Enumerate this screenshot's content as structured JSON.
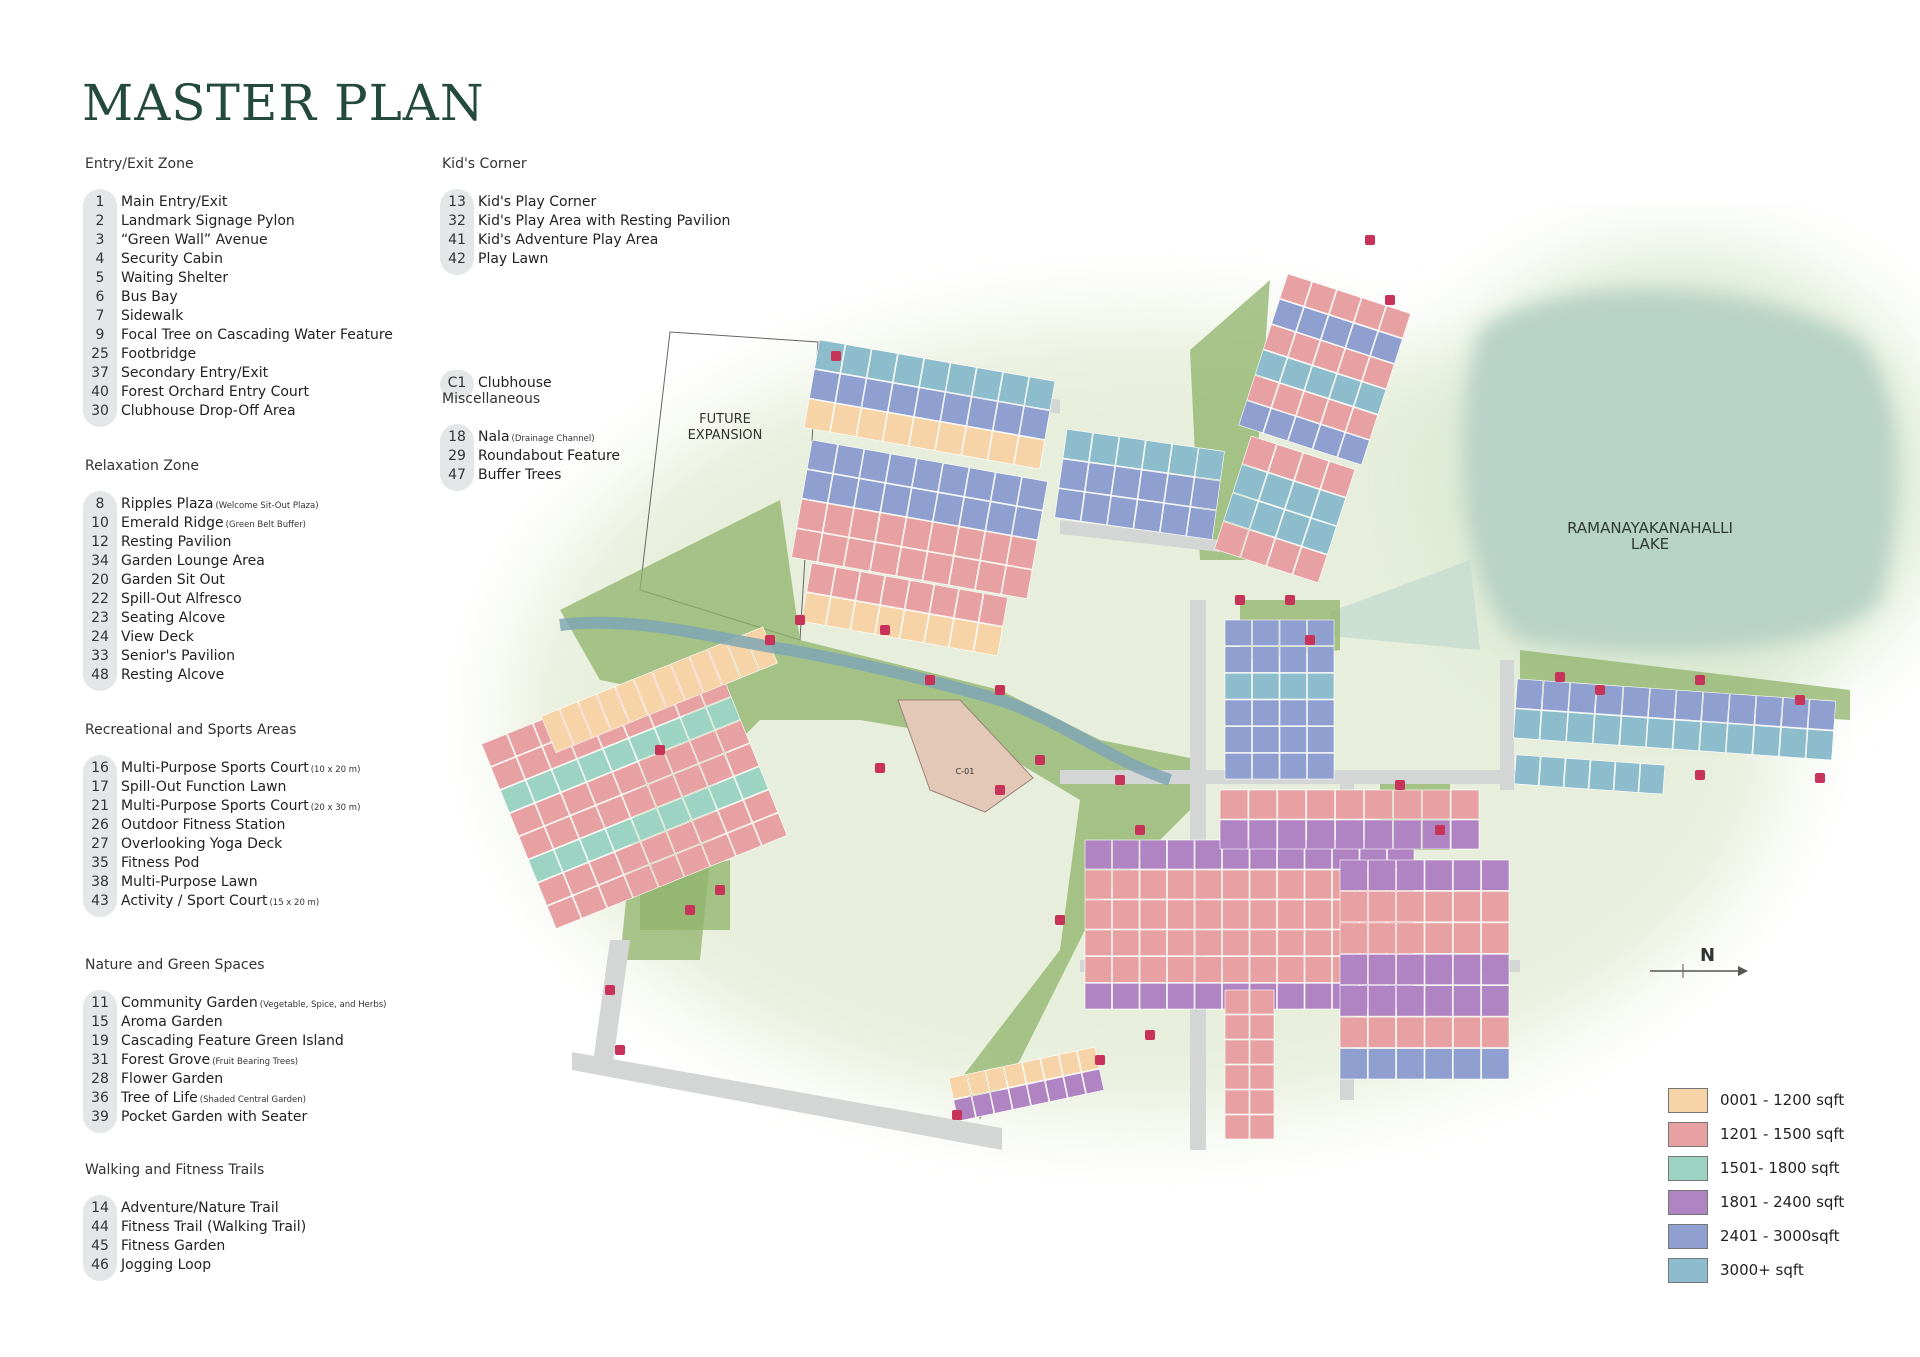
{
  "title": "MASTER PLAN",
  "sections": [
    {
      "heading": "Entry/Exit Zone",
      "items": [
        {
          "num": "1",
          "label": "Main Entry/Exit"
        },
        {
          "num": "2",
          "label": "Landmark Signage Pylon"
        },
        {
          "num": "3",
          "label": "“Green Wall” Avenue"
        },
        {
          "num": "4",
          "label": "Security Cabin"
        },
        {
          "num": "5",
          "label": "Waiting Shelter"
        },
        {
          "num": "6",
          "label": "Bus Bay"
        },
        {
          "num": "7",
          "label": "Sidewalk"
        },
        {
          "num": "9",
          "label": "Focal Tree on Cascading Water Feature"
        },
        {
          "num": "25",
          "label": "Footbridge"
        },
        {
          "num": "37",
          "label": "Secondary Entry/Exit"
        },
        {
          "num": "40",
          "label": "Forest Orchard Entry Court"
        },
        {
          "num": "30",
          "label": "Clubhouse Drop-Off Area"
        }
      ]
    },
    {
      "heading": "Relaxation Zone",
      "items": [
        {
          "num": "8",
          "label": "Ripples Plaza",
          "note": "(Welcome Sit-Out Plaza)"
        },
        {
          "num": "10",
          "label": "Emerald Ridge",
          "note": "(Green Belt Buffer)"
        },
        {
          "num": "12",
          "label": "Resting Pavilion"
        },
        {
          "num": "34",
          "label": "Garden Lounge Area"
        },
        {
          "num": "20",
          "label": "Garden Sit Out"
        },
        {
          "num": "22",
          "label": "Spill-Out Alfresco"
        },
        {
          "num": "23",
          "label": "Seating Alcove"
        },
        {
          "num": "24",
          "label": "View Deck"
        },
        {
          "num": "33",
          "label": "Senior's Pavilion"
        },
        {
          "num": "48",
          "label": "Resting Alcove"
        }
      ]
    },
    {
      "heading": "Recreational and Sports Areas",
      "items": [
        {
          "num": "16",
          "label": "Multi-Purpose Sports Court",
          "note": "(10 x 20 m)"
        },
        {
          "num": "17",
          "label": "Spill-Out Function Lawn"
        },
        {
          "num": "21",
          "label": "Multi-Purpose Sports Court",
          "note": "(20 x 30 m)"
        },
        {
          "num": "26",
          "label": "Outdoor Fitness Station"
        },
        {
          "num": "27",
          "label": "Overlooking Yoga Deck"
        },
        {
          "num": "35",
          "label": "Fitness Pod"
        },
        {
          "num": "38",
          "label": "Multi-Purpose Lawn"
        },
        {
          "num": "43",
          "label": "Activity / Sport Court",
          "note": "(15 x 20 m)"
        }
      ]
    },
    {
      "heading": "Nature and Green Spaces",
      "items": [
        {
          "num": "11",
          "label": "Community Garden",
          "note": "(Vegetable, Spice, and Herbs)"
        },
        {
          "num": "15",
          "label": "Aroma Garden"
        },
        {
          "num": "19",
          "label": "Cascading Feature Green Island"
        },
        {
          "num": "31",
          "label": "Forest Grove",
          "note": "(Fruit Bearing Trees)"
        },
        {
          "num": "28",
          "label": "Flower Garden"
        },
        {
          "num": "36",
          "label": "Tree of Life",
          "note": "(Shaded Central Garden)"
        },
        {
          "num": "39",
          "label": "Pocket Garden with Seater"
        }
      ]
    },
    {
      "heading": "Walking and Fitness Trails",
      "items": [
        {
          "num": "14",
          "label": "Adventure/Nature Trail"
        },
        {
          "num": "44",
          "label": "Fitness Trail (Walking Trail)"
        },
        {
          "num": "45",
          "label": "Fitness Garden"
        },
        {
          "num": "46",
          "label": "Jogging Loop"
        }
      ]
    },
    {
      "heading": "Kid's Corner",
      "items": [
        {
          "num": "13",
          "label": "Kid's Play Corner"
        },
        {
          "num": "32",
          "label": "Kid's Play Area with Resting Pavilion"
        },
        {
          "num": "41",
          "label": "Kid's Adventure Play Area"
        },
        {
          "num": "42",
          "label": "Play Lawn"
        }
      ]
    },
    {
      "heading": "",
      "items": [
        {
          "num": "C1",
          "label": "Clubhouse"
        }
      ]
    },
    {
      "heading": "Miscellaneous",
      "items": [
        {
          "num": "18",
          "label": "Nala",
          "note": "(Drainage Channel)"
        },
        {
          "num": "29",
          "label": "Roundabout Feature"
        },
        {
          "num": "47",
          "label": "Buffer Trees"
        }
      ]
    }
  ],
  "map": {
    "future_expansion": "FUTURE EXPANSION",
    "lake_name": "RAMANAYAKANAHALLI LAKE",
    "clubhouse_tag": "C-01",
    "north_label": "N",
    "colors": {
      "road": "#d4d6d5",
      "green": "#8fb36a",
      "lake": "#b7d2c7",
      "marker": "#c8335a"
    }
  },
  "legend": [
    {
      "label": "0001 - 1200 sqft",
      "color": "#f7d3a8"
    },
    {
      "label": "1201 - 1500 sqft",
      "color": "#e8a1a3"
    },
    {
      "label": "1501- 1800 sqft",
      "color": "#9dd3c2"
    },
    {
      "label": "1801 - 2400 sqft",
      "color": "#b084c2"
    },
    {
      "label": "2401 - 3000sqft",
      "color": "#8f9fd0"
    },
    {
      "label": "3000+ sqft",
      "color": "#8dbccc"
    }
  ]
}
